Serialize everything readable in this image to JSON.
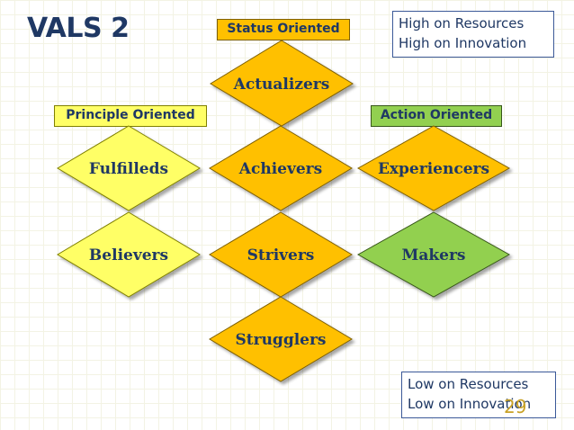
{
  "title": "VALS 2",
  "labels": {
    "status": "Status Oriented",
    "principle": "Principle Oriented",
    "action": "Action Oriented"
  },
  "info_top": {
    "line1": "High on Resources",
    "line2": "High on Innovation"
  },
  "info_bottom": {
    "line1": "Low on Resources",
    "line2": "Low on Innovation"
  },
  "page_number": "29",
  "colors": {
    "status": "#ffc000",
    "principle": "#ffff66",
    "action": "#92d050",
    "text": "#1f3864"
  },
  "segments": [
    {
      "name": "Actualizers",
      "group": "status"
    },
    {
      "name": "Fulfilleds",
      "group": "principle"
    },
    {
      "name": "Achievers",
      "group": "status"
    },
    {
      "name": "Experiencers",
      "group": "status"
    },
    {
      "name": "Believers",
      "group": "principle"
    },
    {
      "name": "Strivers",
      "group": "status"
    },
    {
      "name": "Makers",
      "group": "action"
    },
    {
      "name": "Strugglers",
      "group": "status"
    }
  ]
}
